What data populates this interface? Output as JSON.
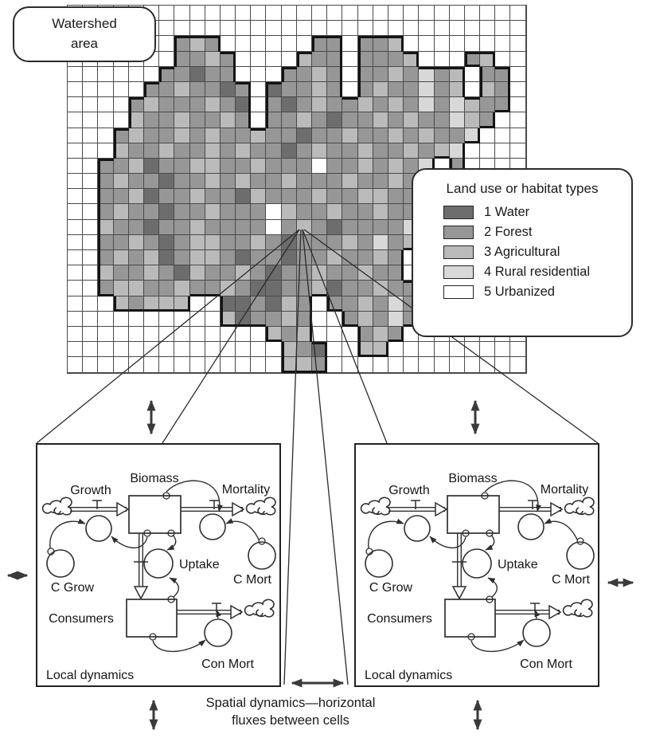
{
  "map": {
    "callout_label": "Watershed area",
    "legend": {
      "title": "Land use or habitat types",
      "items": [
        {
          "id": 1,
          "label": "1 Water",
          "color": "#6d6d6d"
        },
        {
          "id": 2,
          "label": "2 Forest",
          "color": "#979797"
        },
        {
          "id": 3,
          "label": "3 Agricultural",
          "color": "#bababa"
        },
        {
          "id": 4,
          "label": "4 Rural residential",
          "color": "#d8d8d8"
        },
        {
          "id": 5,
          "label": "5 Urbanized",
          "color": "#ffffff"
        }
      ]
    },
    "grid": {
      "cols": 30,
      "rows": 24,
      "line_color": "#4a4a4a",
      "boundary_color": "#141414",
      "outside_color": "#ffffff",
      "cell_colors": {
        "1": "#6d6d6d",
        "2": "#979797",
        "3": "#bababa",
        "4": "#d8d8d8",
        "5": "#ffffff"
      },
      "rows_data": [
        "000000000000000000000000000000",
        "000000000000000000000000000000",
        "000000023200000022022300000000",
        "000000022320000322022230002300",
        "000000221220002232022324230220",
        "000002232212012232023224230320",
        "000023222321021232232324243220",
        "000032232232022321223232243200",
        "000232232322322122322323224000",
        "000322322323221232232232340000",
        "002231223322322252232324020000",
        "002322122323223222322324230000",
        "002231223221322232233223240000",
        "002322122322253223223224230000",
        "003221223222252321222242320000",
        "002232123322321222324232400000",
        "002323123321221223223202400000",
        "003223213223212232232202300000",
        "002332232232112231223224200000",
        "000323330011213202232422000000",
        "000000000031223200232420000000",
        "000000000000032300023200000000",
        "000000000000003210033000000000",
        "000000000000003320000000000000"
      ]
    }
  },
  "dynamics": {
    "labels": {
      "biomass": "Biomass",
      "growth": "Growth",
      "mortality": "Mortality",
      "c_grow": "C Grow",
      "c_mort": "C Mort",
      "uptake": "Uptake",
      "consumers": "Consumers",
      "con_mort": "Con Mort",
      "box_title": "Local dynamics"
    },
    "instances": [
      "left cell",
      "right cell"
    ]
  },
  "caption": {
    "line1": "Spatial dynamics—horizontal",
    "line2": "fluxes between cells"
  },
  "colors": {
    "figure_ink": "#2f2f2f",
    "arrow": "#3a3a3a"
  }
}
